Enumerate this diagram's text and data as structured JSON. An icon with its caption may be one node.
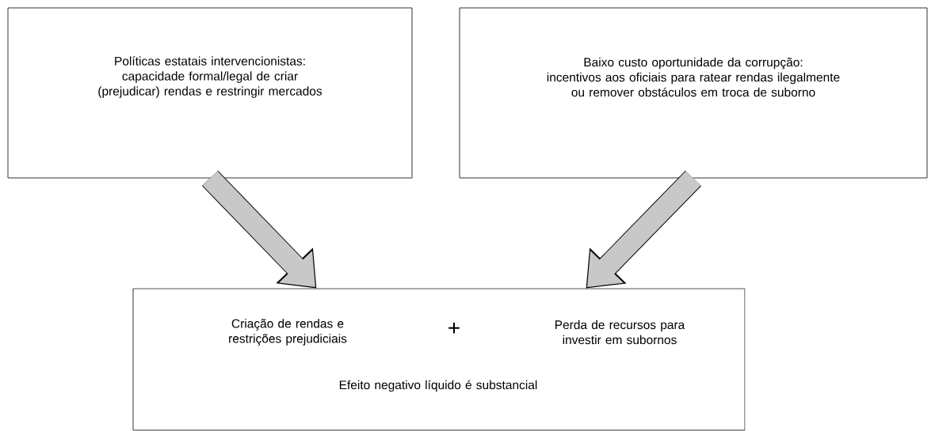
{
  "diagram": {
    "nodes": [
      {
        "text": [
          "Políticas estatais intervencionistas:",
          "capacidade formal/legal de criar (prejudicar) rendas e restringir mercados"
        ]
      },
      {
        "text": [
          "Baixo custo oportunidade da corrupção:",
          "incentivos aos oficiais para ratear rendas ilegalmente ou remover obstáculos em troca de suborno"
        ]
      },
      {
        "text": [
          "Criação de rendas e restrições prejudiciais",
          "+",
          "Perda de recursos para investir em subornos",
          "Efeito negativo líquido é substancial"
        ]
      }
    ],
    "edges": [
      {
        "from": 0,
        "to": 2,
        "arrow": "to"
      },
      {
        "from": 1,
        "to": 2,
        "arrow": "to"
      }
    ]
  }
}
